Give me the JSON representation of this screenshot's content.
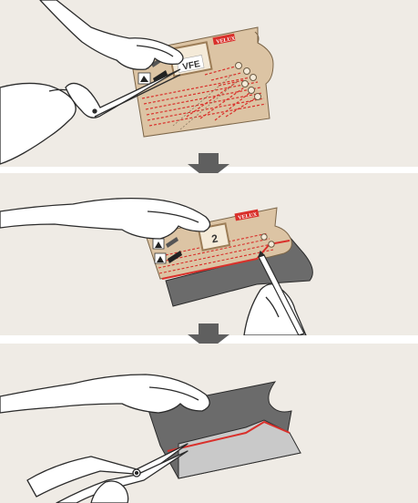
{
  "steps": [
    {
      "brand": "VELUX",
      "product_code": "VFE"
    },
    {
      "brand": "VELUX",
      "product_code": "2"
    },
    {
      "brand": "",
      "product_code": ""
    }
  ],
  "colors": {
    "background": "#efebe5",
    "template": "#dcc4a4",
    "cut_line": "#d9302b",
    "flashing": "#6b6b6b",
    "flashing_light": "#c9c9c9",
    "arrow": "#5f5f5f",
    "brand_badge": "#d9302b"
  },
  "icons": [
    "scissors-icon",
    "pen-icon",
    "down-arrow-icon",
    "hand-icon"
  ]
}
